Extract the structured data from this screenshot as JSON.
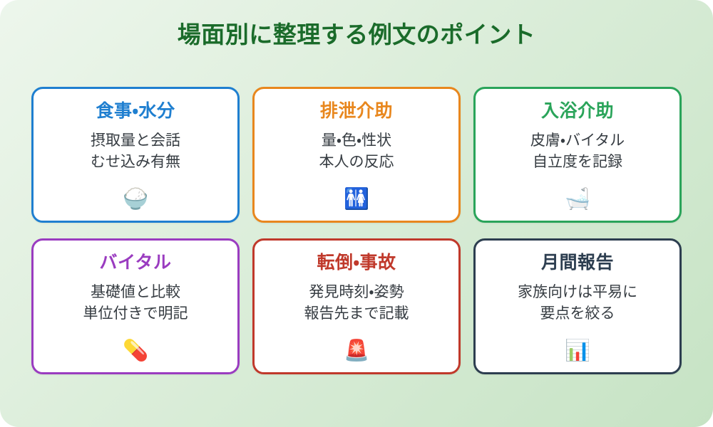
{
  "page": {
    "title": "場面別に整理する例文のポイント",
    "title_color": "#1a6b2a",
    "background_from": "#edf6ec",
    "background_to": "#c6e3c4"
  },
  "cards": [
    {
      "id": "meal-hydration",
      "title": "食事・水分",
      "body": "摂取量と会話\nむせ込み有無",
      "icon": "🍚",
      "icon_name": "rice-bowl-icon",
      "accent": "#1f7fd0"
    },
    {
      "id": "toileting-assistance",
      "title": "排泄介助",
      "body": "量・色・性状\n本人の反応",
      "icon": "🚻",
      "icon_name": "restroom-icon",
      "accent": "#e8871e"
    },
    {
      "id": "bathing-assistance",
      "title": "入浴介助",
      "body": "皮膚・バイタル\n自立度を記録",
      "icon": "🛁",
      "icon_name": "bathtub-icon",
      "accent": "#2aa45a"
    },
    {
      "id": "vitals",
      "title": "バイタル",
      "body": "基礎値と比較\n単位付きで明記",
      "icon": "💊",
      "icon_name": "pill-icon",
      "accent": "#9a3cc0"
    },
    {
      "id": "falls-accidents",
      "title": "転倒・事故",
      "body": "発見時刻・姿勢\n報告先まで記載",
      "icon": "🚨",
      "icon_name": "siren-icon",
      "accent": "#c0392b"
    },
    {
      "id": "monthly-report",
      "title": "月間報告",
      "body": "家族向けは平易に\n要点を絞る",
      "icon": "📊",
      "icon_name": "bar-chart-icon",
      "accent": "#2d3e50"
    }
  ]
}
